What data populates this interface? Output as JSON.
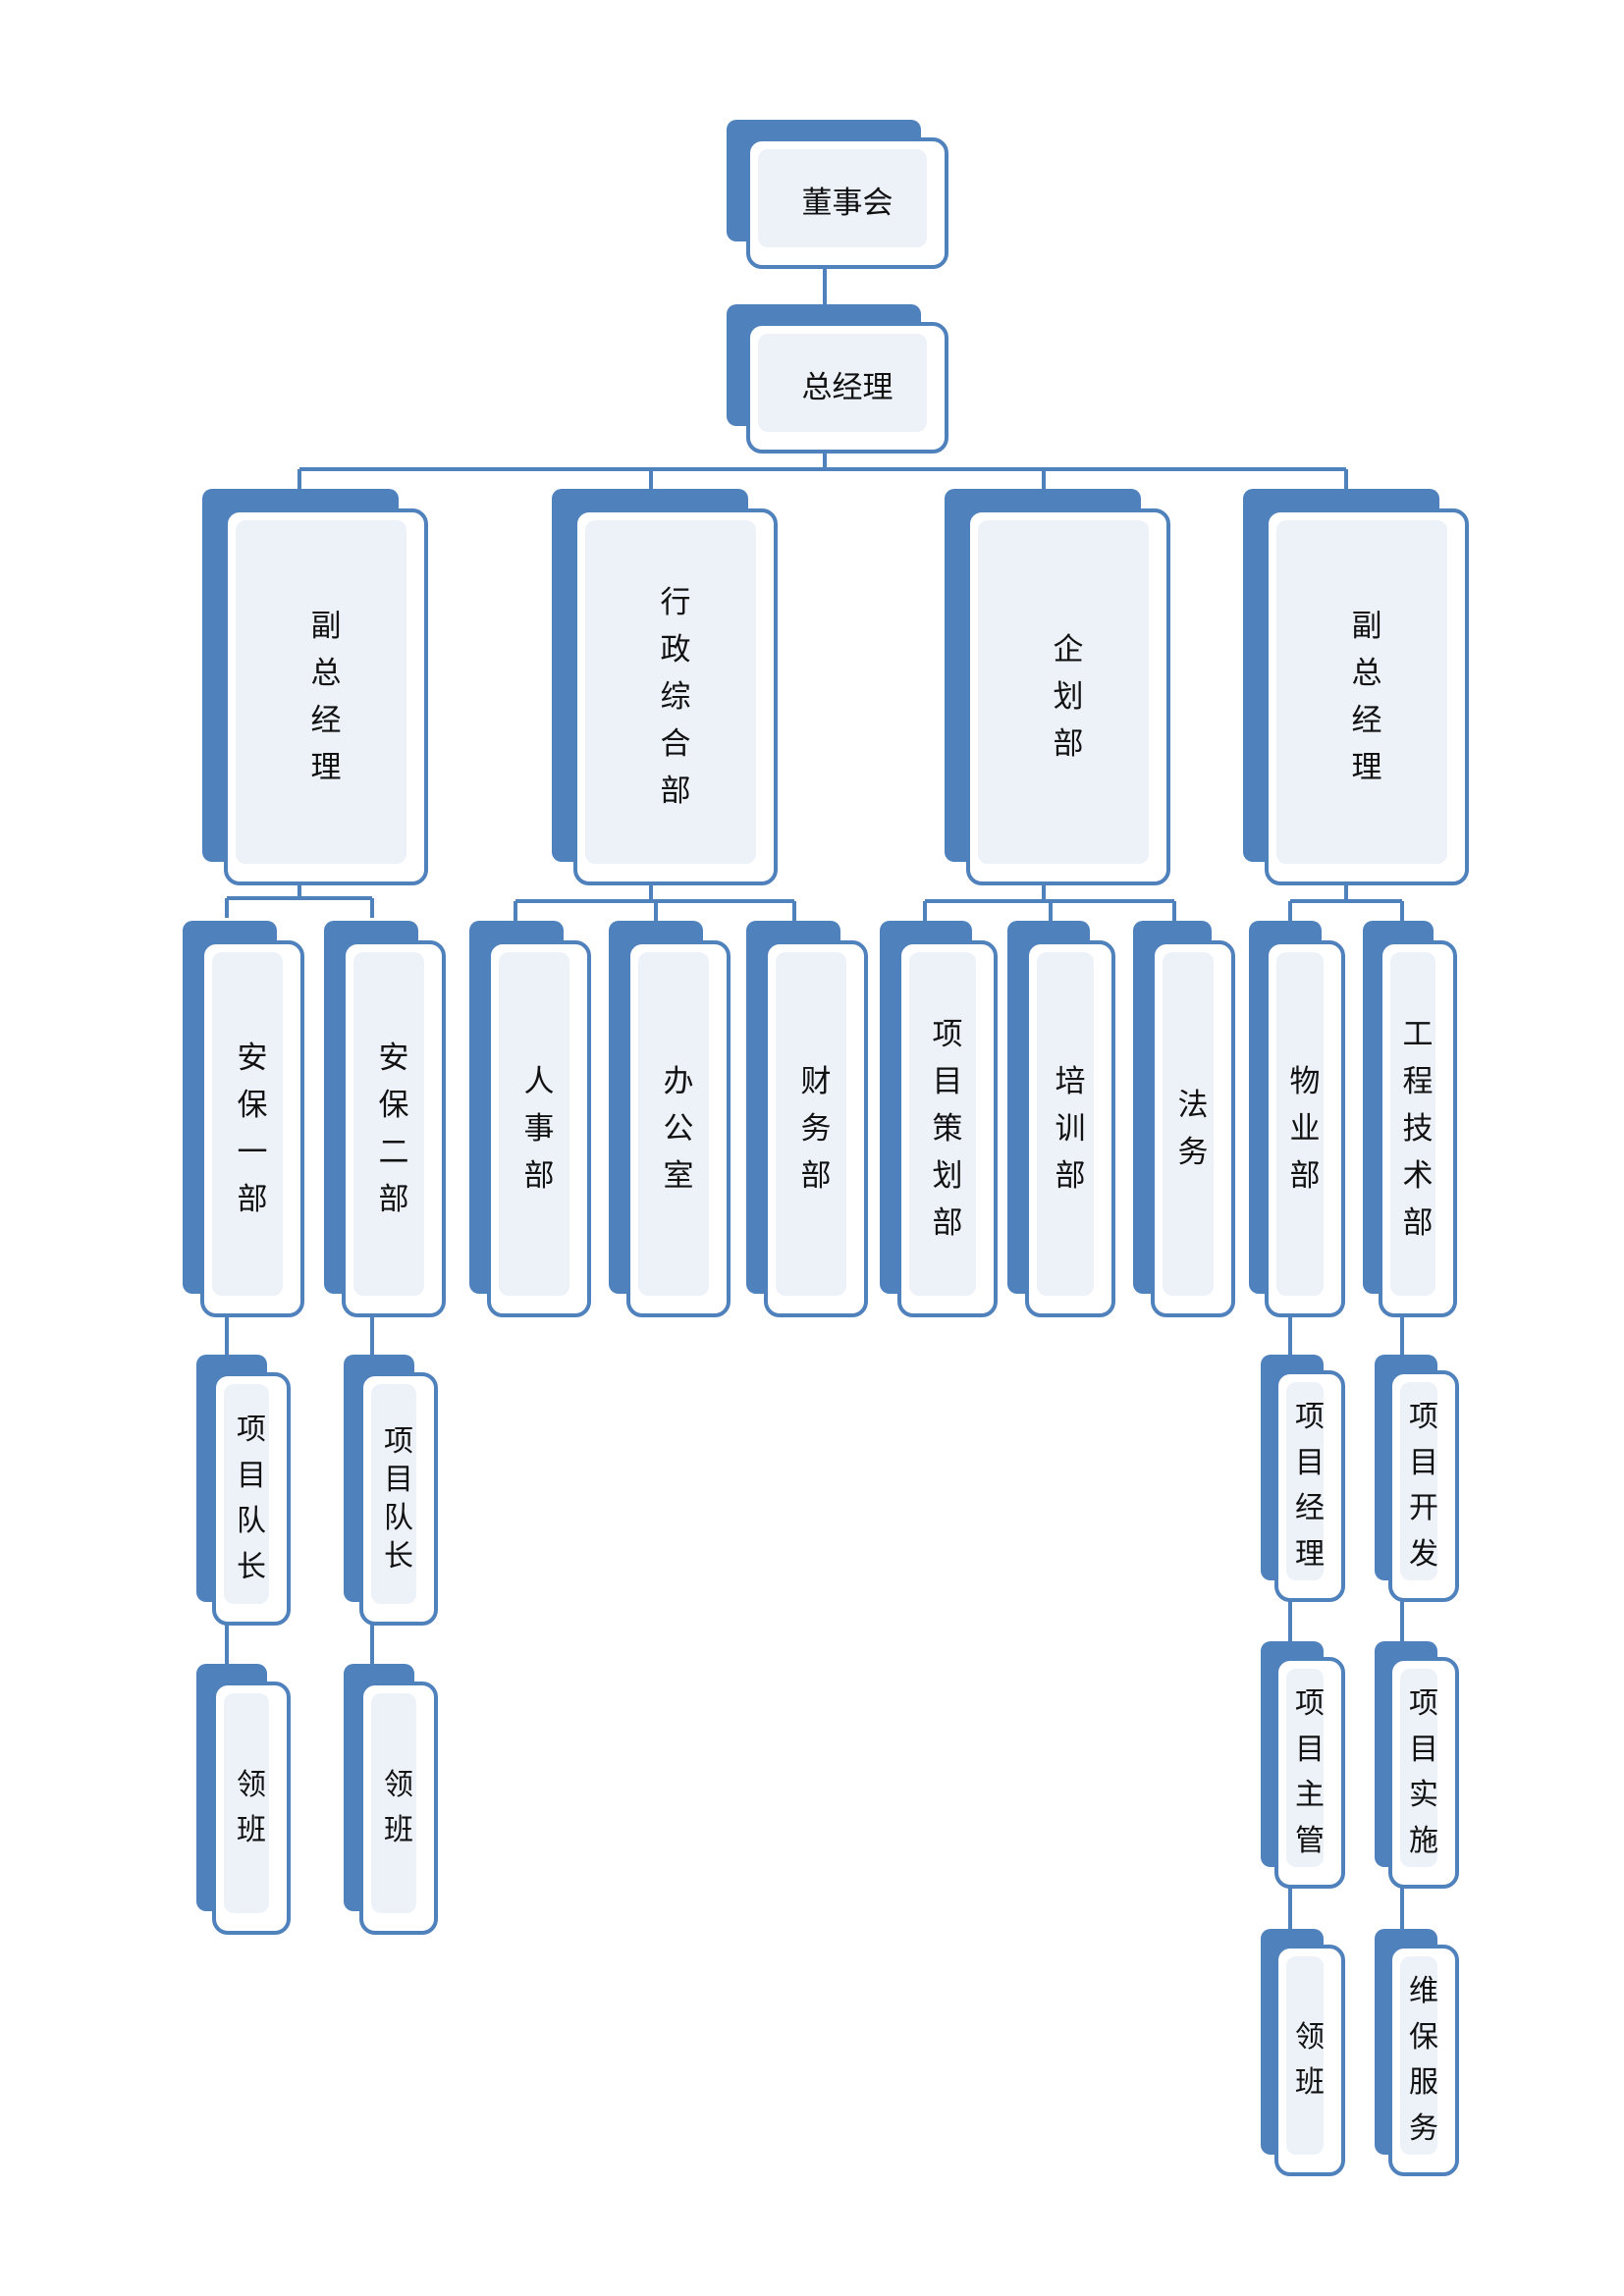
{
  "nodes": {
    "board": "董事会",
    "ceo": "总经理",
    "vp1": "副\n总\n经\n理",
    "admin": "行\n政\n综\n合\n部",
    "planning": "企\n划\n部",
    "vp2": "副\n总\n经\n理",
    "security1": "安\n保\n一\n部",
    "security2": "安\n保\n二\n部",
    "hr": "人\n事\n部",
    "office": "办\n公\n室",
    "finance": "财\n务\n部",
    "project_planning": "项\n目\n策\n划\n部",
    "training": "培\n训\n部",
    "legal": "法\n务",
    "property": "物\n业\n部",
    "engineering": "工\n程\n技\n术\n部",
    "s1_captain": "项\n目\n队\n长",
    "s1_leader": "领\n班",
    "s2_captain": "项\n目\n队\n长",
    "s2_leader": "领\n班",
    "pm_manager": "项\n目\n经\n理",
    "pm_supervisor": "项\n目\n主\n管",
    "pm_leader": "领\n班",
    "eng_development": "项\n目\n开\n发",
    "eng_implementation": "项\n目\n实\n施",
    "eng_maintenance": "维\n保\n服\n务"
  },
  "colors": {
    "line": "#4f81bd",
    "shadow": "#4f81bd",
    "border": "#4f81bd",
    "fill": "#edf2f9"
  }
}
